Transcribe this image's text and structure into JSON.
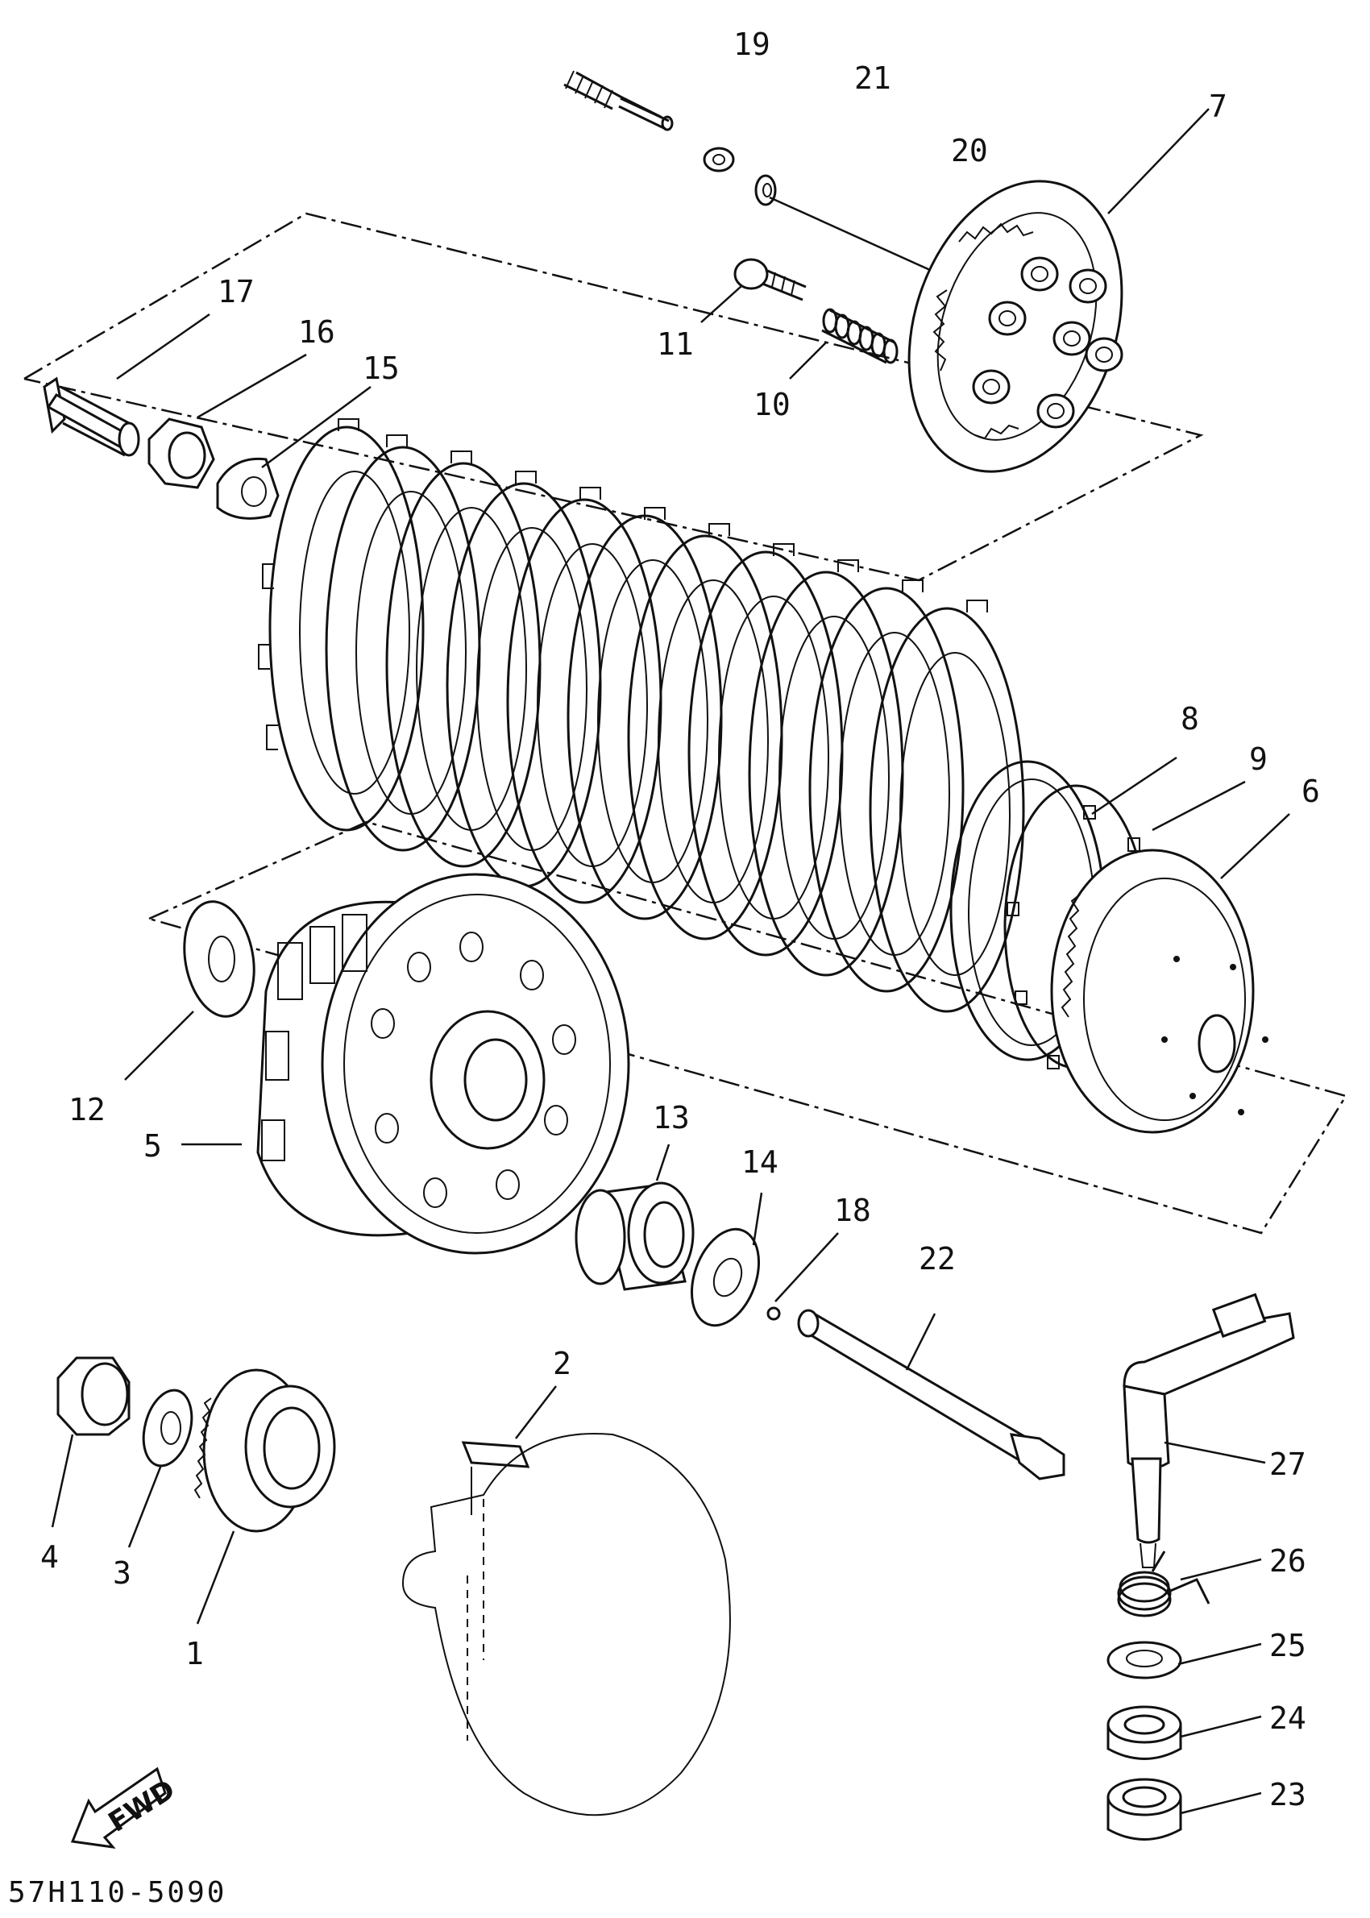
{
  "diagram": {
    "drawing_code": "57H110-5090",
    "direction_marker": "FWD",
    "callouts": [
      "19",
      "21",
      "20",
      "7",
      "17",
      "16",
      "15",
      "11",
      "10",
      "8",
      "9",
      "6",
      "12",
      "5",
      "13",
      "14",
      "18",
      "22",
      "2",
      "4",
      "3",
      "1",
      "27",
      "26",
      "25",
      "24",
      "23"
    ]
  },
  "colors": {
    "ink": "#111111",
    "paper": "#ffffff"
  }
}
